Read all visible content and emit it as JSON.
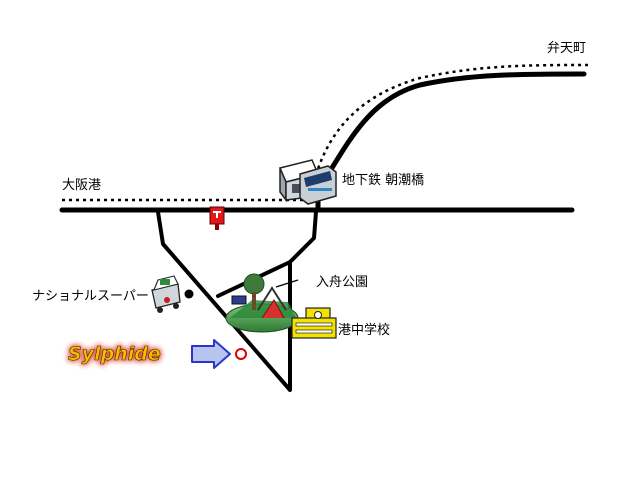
{
  "map": {
    "labels": {
      "bentencho": "弁天町",
      "osakako": "大阪港",
      "subway_station": "地下鉄 朝潮橋",
      "park": "入舟公園",
      "supermarket": "ナショナルスーパー",
      "school": "港中学校",
      "brand": "Sylphide"
    },
    "colors": {
      "road": "#000000",
      "subway_dotted": "#000000",
      "destination_marker": "#e00000",
      "arrow_fill": "#b8c4f0",
      "arrow_stroke": "#2a36c8",
      "brand_text": "#f2c200",
      "brand_glow": "#e0402a",
      "park_green": "#2f8a3a",
      "school_yellow": "#f2e200",
      "post_red": "#e01818"
    },
    "icons": [
      "post-box-icon",
      "station-building-icon",
      "train-icon",
      "park-playground-icon",
      "school-building-icon",
      "supermarket-cart-icon",
      "arrow-right-icon"
    ]
  }
}
